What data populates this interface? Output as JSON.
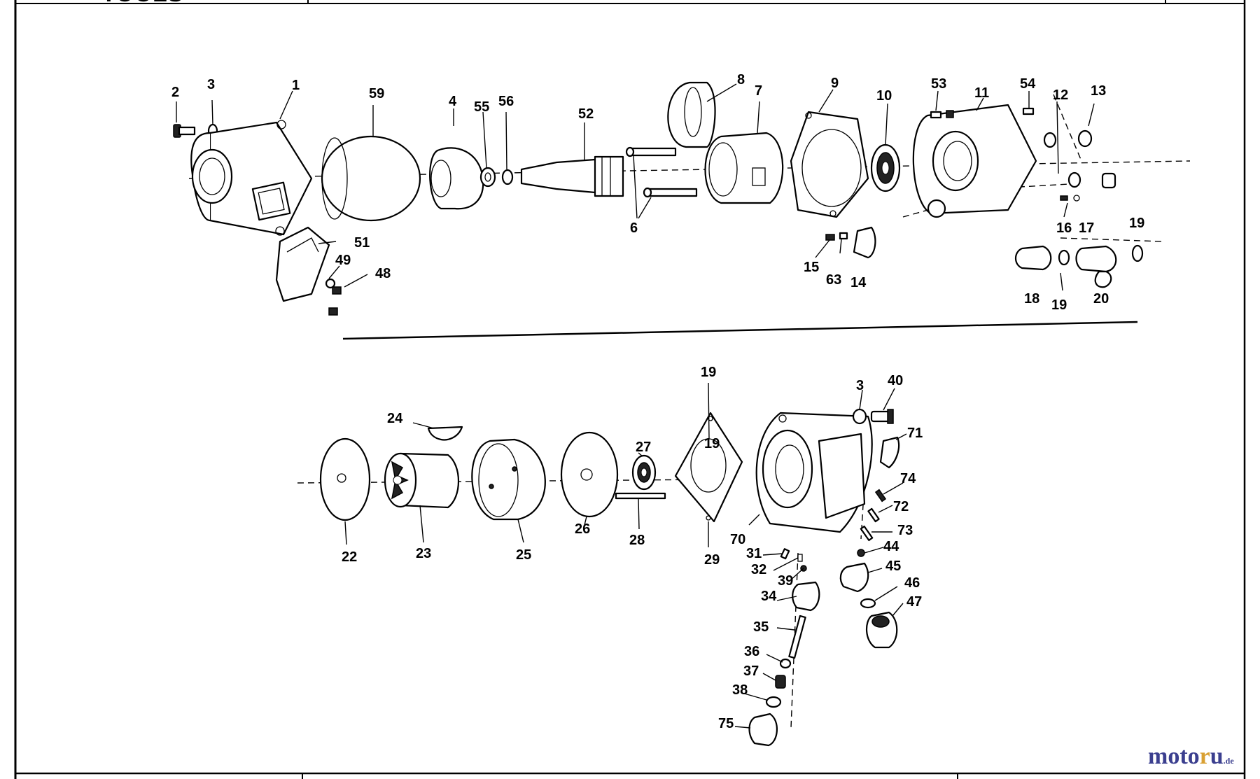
{
  "header": {
    "title_fragment": "TOOLS"
  },
  "footer": {
    "center_text": ""
  },
  "watermark": {
    "part1": "moto",
    "part2": "r",
    "part3": "u",
    "suffix": ".de"
  },
  "callouts": {
    "c1": "1",
    "c2": "2",
    "c3": "3",
    "c4": "4",
    "c6": "6",
    "c7": "7",
    "c8": "8",
    "c9": "9",
    "c10": "10",
    "c11": "11",
    "c12": "12",
    "c13": "13",
    "c14": "14",
    "c15": "15",
    "c16": "16",
    "c17": "17",
    "c18": "18",
    "c19a": "19",
    "c19b": "19",
    "c20": "20",
    "c48": "48",
    "c49": "49",
    "c51": "51",
    "c52": "52",
    "c53": "53",
    "c54": "54",
    "c55": "55",
    "c56": "56",
    "c59": "59",
    "c63": "63",
    "c3b": "3",
    "c19c": "19",
    "c19d": "19",
    "c22": "22",
    "c23": "23",
    "c24": "24",
    "c25": "25",
    "c26": "26",
    "c27": "27",
    "c28": "28",
    "c29": "29",
    "c31": "31",
    "c32": "32",
    "c34": "34",
    "c35": "35",
    "c36": "36",
    "c37": "37",
    "c38": "38",
    "c39": "39",
    "c40": "40",
    "c44": "44",
    "c45": "45",
    "c46": "46",
    "c47": "47",
    "c70": "70",
    "c71": "71",
    "c72": "72",
    "c73": "73",
    "c74": "74",
    "c75": "75"
  }
}
